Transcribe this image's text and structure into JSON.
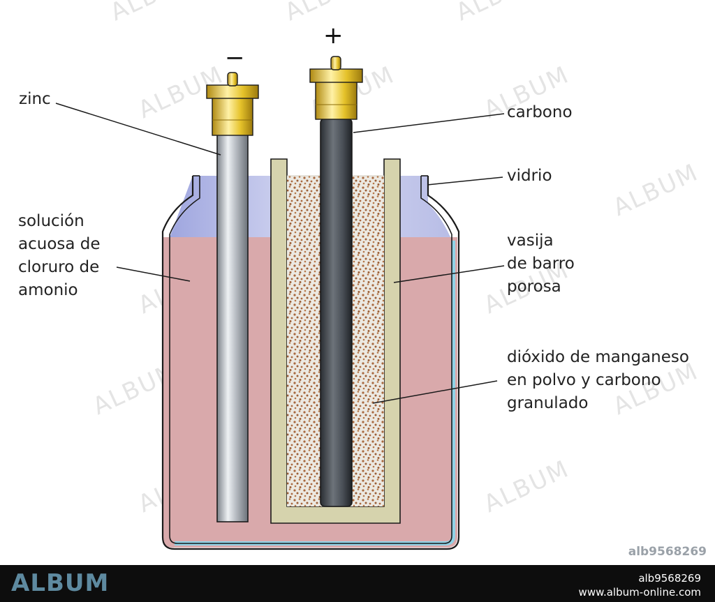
{
  "diagram": {
    "terminals": {
      "negative": "−",
      "positive": "+"
    },
    "labels": {
      "zinc": "zinc",
      "carbono": "carbono",
      "vidrio": "vidrio",
      "solucion": [
        "solución",
        "acuosa de",
        "cloruro de",
        "amonio"
      ],
      "vasija": [
        "vasija",
        "de barro",
        "porosa"
      ],
      "dioxido": [
        "dióxido de manganeso",
        "en polvo y carbono",
        "granulado"
      ]
    },
    "watermark_text": "ALBUM"
  },
  "colors": {
    "solution": "#d9a9ab",
    "air_gap": "#b8bde6",
    "glass_edge": "#8fd2e6",
    "clay": "#d6d3ad",
    "zinc": "#b9bec4",
    "carbon": "#4a5057",
    "brass": "#e5c22a",
    "powder_bg": "#ece9e2",
    "powder_dot": "#a8683e"
  },
  "branding": {
    "stock_id": "alb9568269",
    "footer_logo": "ALBUM",
    "footer_id": "alb9568269",
    "footer_site": "www.album-online.com"
  }
}
